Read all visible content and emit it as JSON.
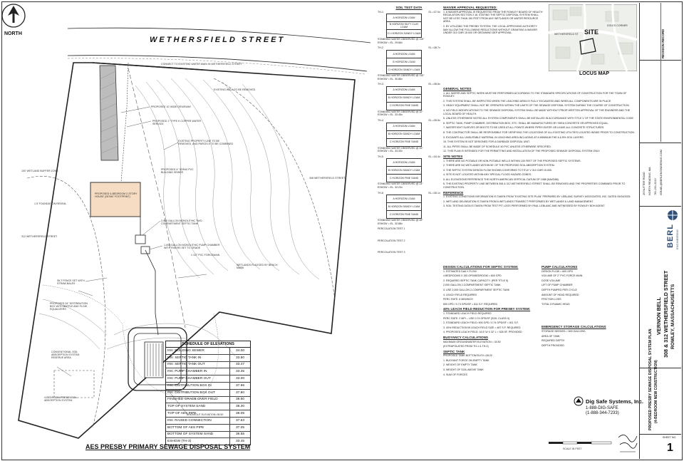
{
  "north_label": "NORTH",
  "street_name": "WETHERSFIELD   STREET",
  "plan_title": "AES PRESBY PRIMARY SEWAGE DISPOSAL SYSTEM",
  "plan_labels": {
    "connect_water": "CONNECT TO EXISTING WATER MAIN IN WETHERSFIELD STREET",
    "existing_well": "EXISTING WELL TO BE REMOVED",
    "driveway": "PROPOSED 10' WIDE DRIVEWAY",
    "copper": "PROPOSED 1\" TYPE K COPPER WATER SERVICE",
    "property_line": "EXISTING PROPERTY LINE TO BE REMOVED, AND PARCELS TO BE COMBINED",
    "house": "PROPOSED 4-BEDROOM 2-STORY HOUSE (28'X60' FOOTPRINT)",
    "pvc_sewer": "PROPOSED 4\" SDR40 PVC BUILDING SEWER",
    "septic_tank": "2,000 GALLON MONOLITHIC TWO-COMPARTMENT SEPTIC TANK",
    "pump_chamber": "1,000 GALLON MONOLITHIC PUMP CHAMBER WITH RISERS SET TO GRADE",
    "forcemain": "1 1/2\" PVC FORCEMAIN",
    "wetlands": "WETLANDS FLAGGED BY BENCH MARK",
    "silt_fence": "SILT FENCE SET WITH STRAW BALES",
    "dbox": "PROPOSED 24\" DISTRIBUTION BOX WITH BAFFLE AND FLOW EQUALIZERS",
    "conventional": "CONVENTIONAL SOIL ABSORPTION SYSTEM RESERVE AREA",
    "reserve": "4-BEDROOM PRESBY SOIL ABSORPTION SYSTEM",
    "breakout": "BREAKOUT ELEVATION=38.50",
    "foundation": "1.5' FOUNDATION REVEAL",
    "wetland_buffer": "100' WETLAND BUFFER ZONE",
    "lot_312": "312 WETHERSFIELD STREET",
    "lot_308": "308 WETHERSFIELD STREET"
  },
  "elevations": {
    "title": "SCHEDULE OF ELEVATIONS",
    "rows": [
      [
        "INV. BUILDING SEWER",
        "34.00"
      ],
      [
        "INV. SEPTIC TANK IN",
        "33.80"
      ],
      [
        "INV. SEPTIC TANK OUT",
        "33.47"
      ],
      [
        "INV. PUMP CHAMBER IN",
        "33.35"
      ],
      [
        "INV. PUMP CHAMBER OUT",
        "33.00"
      ],
      [
        "INV. DISTRIBUTION BOX IN",
        "37.96"
      ],
      [
        "INV. DISTRIBUTION BOX OUT",
        "37.80"
      ],
      [
        "FINISHED GRADE OVER FIELD",
        "38.60"
      ],
      [
        "TOP OF SYSTEM SAND",
        "38.30"
      ],
      [
        "TOP OF AES PIPE",
        "38.05"
      ],
      [
        "INV. RAISED CONNECTION",
        "37.63"
      ],
      [
        "BOTTOM OF AES PIPE",
        "37.05"
      ],
      [
        "BOTTOM OF SYSTEM SAND",
        "36.55"
      ],
      [
        "ESHGW (TH-3)",
        "33.45"
      ]
    ]
  },
  "soil_test": {
    "title": "SOIL TEST DATA",
    "pits": [
      {
        "id": "TH-1",
        "el": "EL.=37.0±",
        "layers": [
          "A HORIZON LOAM",
          "B HORIZON SILTY CLAY LOAM",
          "C1 HORIZON SANDY LOAM"
        ],
        "notes": [
          "STANDING WATER OBSERVED @ 115\"",
          "ESHGW = EL. 29.66±"
        ]
      },
      {
        "id": "TH-2",
        "el": "EL.=38.7±",
        "layers": [
          "A HORIZON LOAM",
          "B HORIZON LOAM",
          "C HORIZON SANDY LOAM"
        ],
        "notes": [
          "STANDING WATER OBSERVED @ 115\"",
          "ESHGW = EL. 30.86±"
        ]
      },
      {
        "id": "TH-3",
        "el": "EL.=36.6±",
        "layers": [
          "A HORIZON LOAM",
          "B HORIZON SANDY LOAM",
          "C HORIZON FINE SAND"
        ],
        "notes": [
          "STANDING WATER OBSERVED @ 32\"",
          "ESHGW = EL. 33.45±"
        ]
      },
      {
        "id": "TH-4",
        "el": "EL.=35.5±",
        "layers": [
          "A HORIZON LOAM",
          "B HORIZON SANDY LOAM",
          "C HORIZON FINE SAND"
        ],
        "notes": [
          "STANDING WATER OBSERVED @ 26\"",
          "ESHGW = EL. 33.33±"
        ]
      },
      {
        "id": "TH-5",
        "el": "EL.=34.4±",
        "layers": [
          "A HORIZON LOAM",
          "B HORIZON SANDY LOAM",
          "C HORIZON FINE SAND"
        ],
        "notes": [
          "STANDING WATER OBSERVED @ 24\"",
          "ESHGW = EL. 32.23±"
        ]
      },
      {
        "id": "TH-6",
        "el": "EL.=35.1±",
        "layers": [
          "A HORIZON LOAM",
          "B HORIZON SANDY LOAM",
          "C HORIZON FINE SAND"
        ],
        "notes": [
          "STANDING WATER OBSERVED @ 28\"",
          "ESHGW = EL. 32.88±"
        ]
      }
    ],
    "perc_tests": [
      "PERCOLATION TEST 1",
      "PERCOLATION TEST 2",
      "PERCOLATION TEST 3"
    ]
  },
  "waiver": {
    "title": "WAIVER APPROVAL REQUESTED:",
    "items": [
      "1. A WAIVER APPROVAL IS REQUESTED FROM THE ROWLEY BOARD OF HEALTH REGULATION SECTION 2.18, STATING THE SEPTIC DISPOSAL SYSTEM SHALL NOT BE LESS THAN 150 FEET FROM ANY WETLANDS OR WATER RESOURCE AREA.",
      "2. BY UTILIZING THE PRESBY SYSTEM, THE LOCAL APPROVING AUTHORITY MAY ALLOW THE FOLLOWING REDUCTIONS WITHOUT GRANTING A WAIVER UNDER 310 CMR 15.000 OR OBTAINING DEP APPROVAL."
    ]
  },
  "general_notes": {
    "title": "GENERAL NOTES",
    "items": [
      "1. ALL WATER AND SEPTIC WORK MUST BE PERFORMED ACCORDING TO THE STANDARD SPECIFICATIONS OF CONSTRUCTION FOR THE TOWN OF ROWLEY.",
      "2. THIS SYSTEM SHALL BE INSPECTED WHEN THE LEACHING AREA IS FULLY EXCAVATED AND WHEN ALL COMPONENTS ARE IN PLACE.",
      "3. HEAVY EQUIPMENT SHALL NOT BE OPERATED WITHIN THE LIMITS OF THE SEWAGE DISPOSAL SYSTEM DURING THE COURSE OF CONSTRUCTION.",
      "4. NO FIELD MODIFICATIONS TO THE SEWAGE DISPOSAL SYSTEM SHALL BE MADE WITHOUT PRIOR WRITTEN APPROVAL OF THE ENGINEER AND THE LOCAL BOARD OF HEALTH.",
      "5. UNLESS OTHERWISE NOTED ALL SYSTEM COMPONENTS SHALL BE INSTALLED IN ACCORDANCE WITH TITLE V OF THE STATE ENVIRONMENTAL CODE.",
      "6. SEPTIC TANK, PUMP CHAMBER, DISTRIBUTION BOX, ETC. SHALL BE MANUFACTURED BY SHEA CONCRETE OR APPROVED EQUAL.",
      "7. WATERTIGHT SLEEVES OR BOOTS TO BE USED AT ALL POINTS WHERE PIPES ENTER OR LEAVE ALL CONCRETE STRUCTURES.",
      "8. THE CONTRACTOR SHALL BE RESPONSIBLE FOR VERIFYING THE LOCATIONS OF ALL EXISTING UTILITIES LOCATED INSIDE PRIOR TO CONSTRUCTION.",
      "9. EXCAVATE ALL UNSUITABLE MATERIAL IN LEACHING AREA INCLUDING AT A MINIMUM THE A & B% SOIL LAYERS.",
      "10. THIS SYSTEM IS NOT DESIGNED FOR A GARBAGE DISPOSAL UNIT.",
      "11. ALL PIPES SHALL BE MADE OF SCHEDULE 40 PVC UNLESS OTHERWISE SPECIFIED.",
      "12. THIS PLAN IS INTENDED FOR THE PERMITTING AND INSTALLATION OF THE PROPOSED SEWAGE DISPOSAL SYSTEM ONLY."
    ]
  },
  "site_notes": {
    "title": "SITE NOTES",
    "items": [
      "1. THERE ARE NO POTABLE OR NON-POTABLE WELLS WITHIN 100 FEET OF THE PROPOSED SEPTIC SYSTEMS.",
      "2. THERE ARE NO WETLANDS WITHIN 50' OF THE PROPOSED SOIL ABSORPTION SYSTEM.",
      "3. THE SEPTIC SYSTEM DESIGN FLOW SHOWN CONFORMS TO TITLE V 310 CMR 15.000.",
      "4. SITE IS NOT LOCATED WITHIN ANY SPECIAL FLOOD HAZARD ZONES.",
      "5. ALL ELEVATIONS REFERENCE THE NORTH AMERICAN VERTICAL DATUM OF 1988 (NAVD88).",
      "6. THE EXISTING PROPERTY LINE BETWEEN 308 & 312 WETHERSFIELD STREET SHALL BE REMOVED AND THE PROPERTIES COMBINED PRIOR TO CONSTRUCTION."
    ]
  },
  "reference": {
    "title": "REFERENCE",
    "items": [
      "1. EXISTING CONDITIONS INFORMATION IS TAKEN FROM \"EXISTING SITE PLAN\" PREPARED BY LEBLANC SURVEY ASSOCIATES, INC. DATED 09/24/2025.",
      "2. WETLAND DELINEATION IS TAKEN FROM A WETLANDS TRANSECT PERFORMED BY WETLANDS & LAND MANAGEMENT.",
      "3. SOIL TESTING DATA IS TAKEN FROM TEST PIT LOGS PERFORMED BY PAUL LEBLANC AND WITNESSED BY ROWLEY BOH AGENT."
    ]
  },
  "calc_sections": [
    {
      "title": "DESIGN CALCULATIONS FOR SEPTIC SYSTEM:",
      "items": [
        "1. ESTIMATED DAILY FLOW",
        "4 BEDROOMS X 150 GPD/BEDROOM = 600 GPD",
        "2. REQUIRED SEPTIC TANK CAPACITY: (PER TITLE 5)",
        "2,000 GALLON 2-COMPARTMENT SEPTIC TANK",
        "3. USE 2,000 GALLON 2-COMPARTMENT SEPTIC TANK",
        "4. LEACH FIELD REQUIRED",
        "PERC RATE: 6 MIN/INCH",
        "600 GPD / 0.74 GPD/SF = 811 S.F. REQUIRED"
      ]
    },
    {
      "title": "40% LEACH FIELD REDUCTION FOR PRESBY SYSTEM:",
      "items": [
        "1. STANDARD LEACH FIELD REQUIRED",
        "PERC RATE: 2 MPI -- USE 0.74 GPD/SF (SOIL CLASS II)",
        "2. STANDARD LEACH FIELD: 600 GPD / 0.74 GPD/SF = 811 S.F.",
        "3. 40% REDUCTION IN LEACH FIELD SIZE = 487 S.F. REQUIRED",
        "4. PROPOSED LEACH FIELD: 16.5' W X 32' L = 528 SF. PROVIDED"
      ]
    },
    {
      "title": "BUOYANCY CALCULATIONS",
      "items": [
        "MAXIMUM GROUNDWATER ELEVATION = 34.50",
        "(EXTRAPOLATED FROM TH-1 & TH-2)"
      ]
    },
    {
      "title": "SEPTIC TANK",
      "items": [
        "PROPOSED TANK BOTTOM ELEV.=28.22",
        "1. BUOYANT FORCE ON EMPTY TANK",
        "2. WEIGHT OF EMPTY TANK",
        "3. WEIGHT OF SOIL ABOVE TANK",
        "4. SUM OF FORCES"
      ]
    }
  ],
  "pump_calc": {
    "title": "PUMP CALCULATIONS",
    "items": [
      "DESIGN FLOW = 600 GPD",
      "VOLUME OF 2\" PVC FORCE MAIN",
      "DOSE VOLUME",
      "LIFT OF PUMP CHAMBER",
      "DEPTH PUMPED PER CYCLE",
      "AMOUNT OF HEAD REQUIRED",
      "FRICTION LOSS",
      "TOTAL DYNAMIC HEAD"
    ]
  },
  "emergency_calc": {
    "title": "EMERGENCY STORAGE CALCULATIONS",
    "items": [
      "STORAGE NEEDED = 600 GALLONS",
      "AREA OF TANK",
      "REQUIRED DEPTH",
      "DEPTH PROVIDED"
    ]
  },
  "locus": {
    "title": "LOCUS MAP",
    "site_label": "SITE",
    "roads": [
      "DOLES CORNER",
      "WETHERSFIELD ST"
    ]
  },
  "digsafe": {
    "name": "Dig Safe Systems, Inc.",
    "phone1": "1-888-DIG-SAFE",
    "phone2": "(1-888-344-7233)"
  },
  "scale": "SCALE IN FEET",
  "title_block": {
    "revision": "REVISION RECORD",
    "firm": "BERL",
    "firm_sub": "ENGINEERING",
    "address": [
      "29 NUTTER ROAD",
      "NORTH READING, MA",
      "781-201-2210",
      "ISRAEL@BERLENGINEERING.COM"
    ],
    "client": "VERNON BELL",
    "project": "308 & 312 WETHERSFIELD STREET",
    "town": "ROWLEY, MASSACHUSETTS",
    "plan_name": "PROPOSED PRESBY SEWAGE DISPOSAL SYSTEM PLAN",
    "plan_sub": "(4-BEDROOM NEW CONSTRUCTION)",
    "sheet_label": "SHEET NO.",
    "sheet_no": "1"
  },
  "colors": {
    "line": "#222222",
    "accent": "#f6dcc2",
    "shade": "#bdbdbd",
    "firm_blue": "#2f4f7a"
  }
}
